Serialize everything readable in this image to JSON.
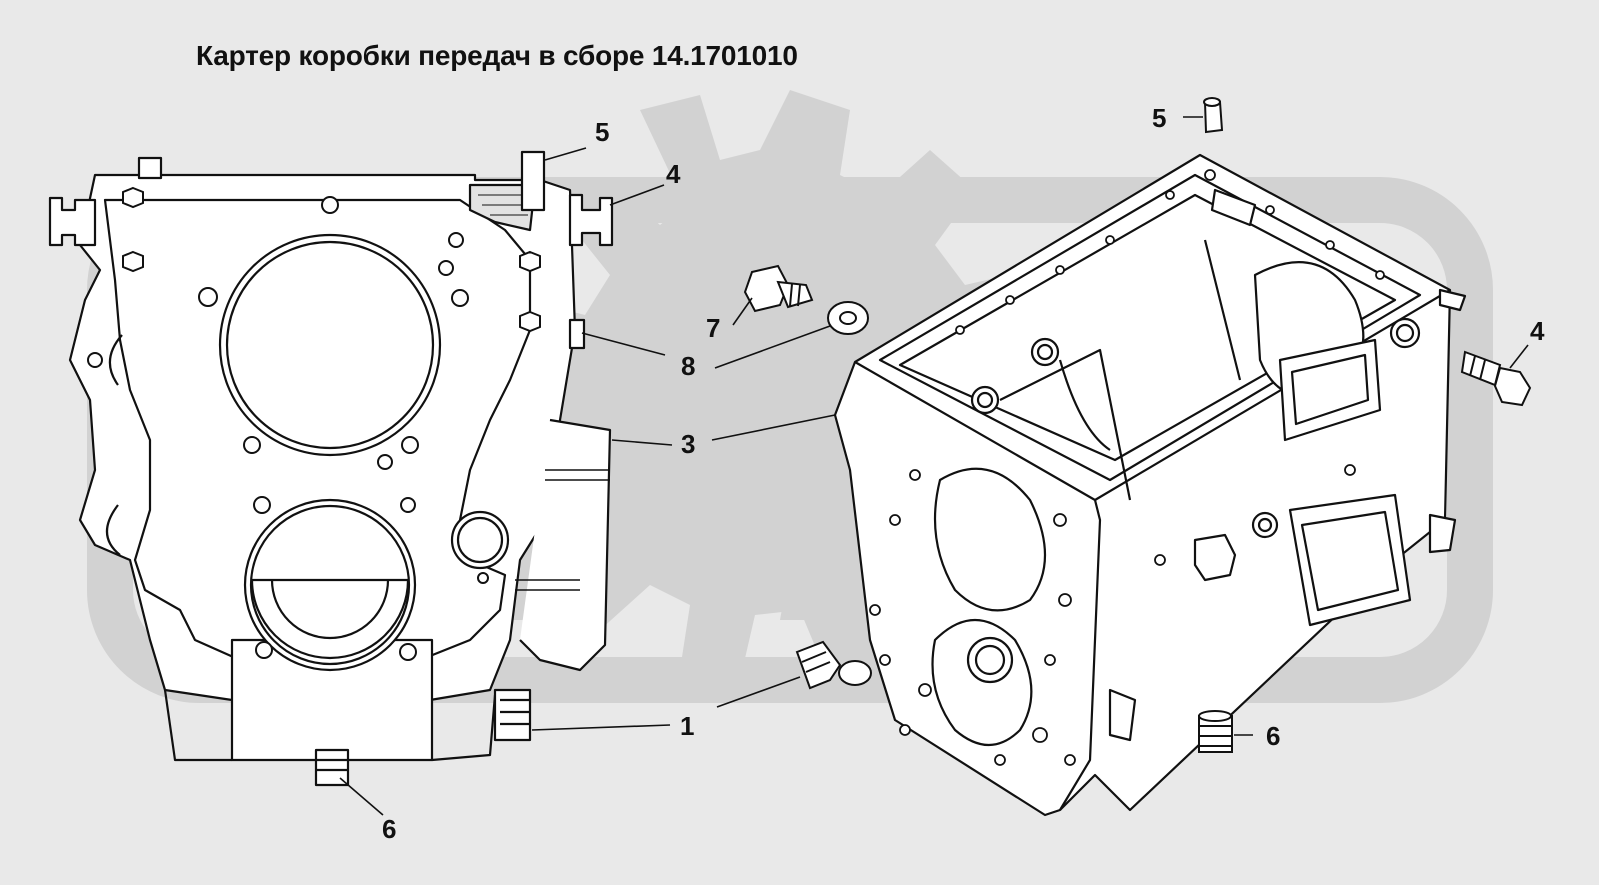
{
  "title": "Картер коробки передач в сборе 14.1701010",
  "colors": {
    "background": "#e9e9e9",
    "watermark": "#d2d2d2",
    "part_fill": "#ffffff",
    "line": "#111111"
  },
  "callouts": [
    {
      "id": "c-5-left",
      "label": "5"
    },
    {
      "id": "c-4-left",
      "label": "4"
    },
    {
      "id": "c-7",
      "label": "7"
    },
    {
      "id": "c-8",
      "label": "8"
    },
    {
      "id": "c-3",
      "label": "3"
    },
    {
      "id": "c-1",
      "label": "1"
    },
    {
      "id": "c-6-left",
      "label": "6"
    },
    {
      "id": "c-5-right",
      "label": "5"
    },
    {
      "id": "c-4-right",
      "label": "4"
    },
    {
      "id": "c-6-right",
      "label": "6"
    }
  ]
}
